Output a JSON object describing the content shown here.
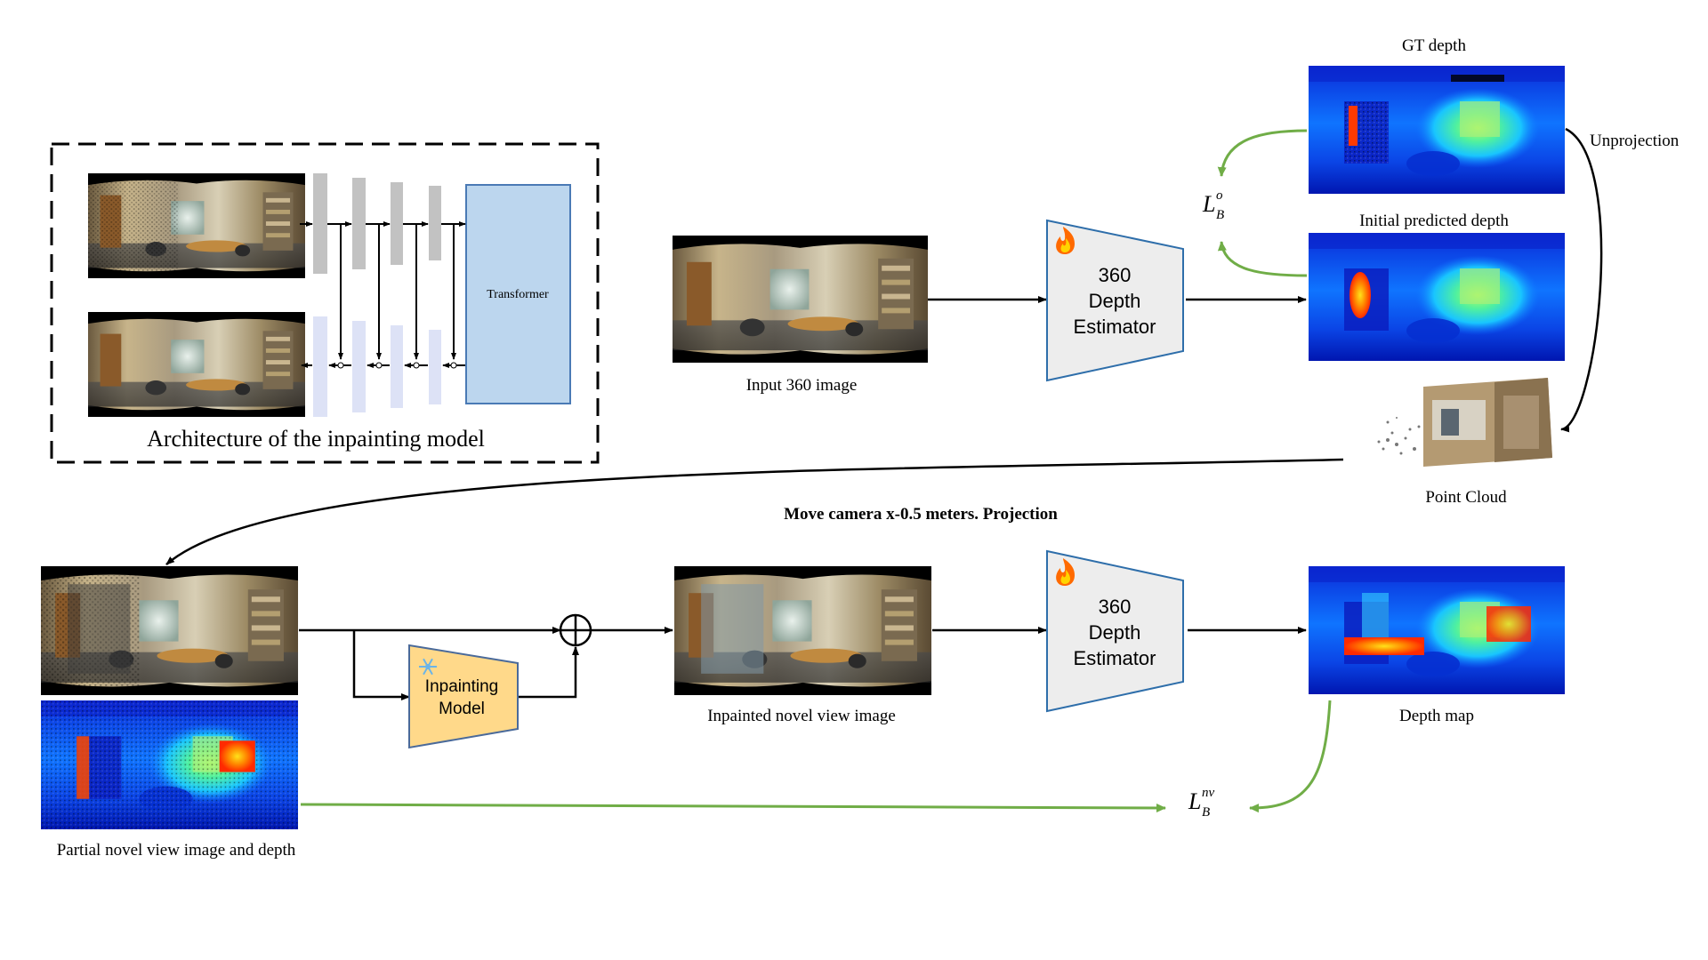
{
  "inset": {
    "caption": "Architecture of the inpainting model",
    "transformer_label": "Transformer"
  },
  "labels": {
    "input_image": "Input 360 image",
    "gt_depth": "GT depth",
    "initial_pred": "Initial predicted depth",
    "unprojection": "Unprojection",
    "point_cloud": "Point Cloud",
    "move_camera": "Move camera x-0.5 meters. Projection",
    "partial_novel": "Partial novel view image and depth",
    "inpainted_novel": "Inpainted novel view image",
    "depth_map": "Depth map"
  },
  "estimator": {
    "line1": "360",
    "line2": "Depth",
    "line3": "Estimator"
  },
  "inpainting_model": {
    "line1": "Inpainting",
    "line2": "Model"
  },
  "loss_original": {
    "base": "L",
    "sub": "B",
    "sup": "o"
  },
  "loss_novel": {
    "base": "L",
    "sub": "B",
    "sup": "nv"
  },
  "icons": {
    "trainable": "fire-icon",
    "frozen": "snowflake-icon",
    "combine": "circled-plus-icon"
  },
  "colors": {
    "green_arrow": "#70ad47",
    "estimator_fill": "#ededed",
    "estimator_stroke": "#2e6eaa",
    "inpaint_fill": "#ffd98a",
    "transformer_fill": "#bcd6ee",
    "encoder_gray": "#c2c2c2",
    "decoder_lavender": "#dde2f6"
  }
}
